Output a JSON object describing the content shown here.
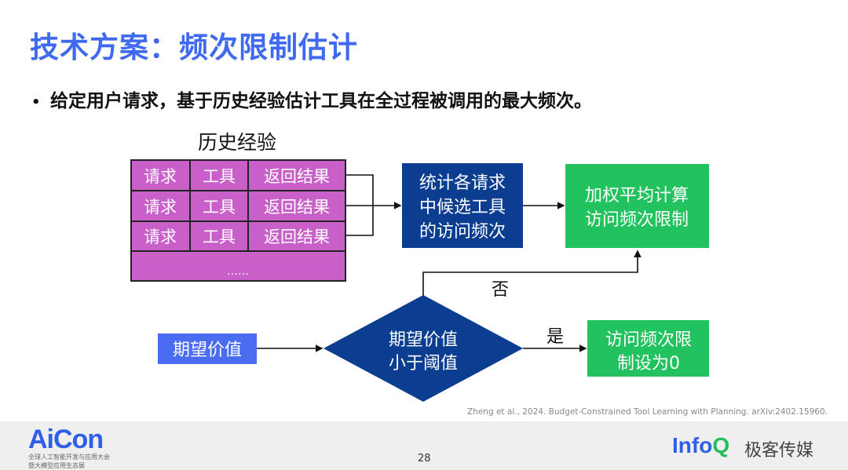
{
  "title": "技术方案：频次限制估计",
  "bullet": "给定用户请求，基于历史经验估计工具在全过程被调用的最大频次。",
  "history": {
    "label": "历史经验",
    "rows": [
      [
        "请求",
        "工具",
        "返回结果"
      ],
      [
        "请求",
        "工具",
        "返回结果"
      ],
      [
        "请求",
        "工具",
        "返回结果"
      ]
    ],
    "ellipsis": "……"
  },
  "boxes": {
    "count": [
      "统计各请求",
      "中候选工具",
      "的访问频次"
    ],
    "weighted": [
      "加权平均计算",
      "访问频次限制"
    ],
    "expected": "期望价值",
    "decision": [
      "期望价值",
      "小于阈值"
    ],
    "zero": [
      "访问频次限",
      "制设为0"
    ]
  },
  "labels": {
    "no": "否",
    "yes": "是"
  },
  "citation": "Zheng et al., 2024. Budget-Constrained Tool Learning with Planning. arXiv:2402.15960.",
  "footer": {
    "logo": "AiCon",
    "logo_sub1": "全球人工智能开发与应用大会",
    "logo_sub2": "暨大模型应用生态展",
    "page": "28",
    "infoq_a": "Info",
    "infoq_b": "Q",
    "geek": "极客传媒"
  },
  "colors": {
    "purple": "#c95fc9",
    "navy": "#0b3d91",
    "green": "#22c35e",
    "periwinkle": "#4a6cf0",
    "title": "#3f6af0"
  }
}
